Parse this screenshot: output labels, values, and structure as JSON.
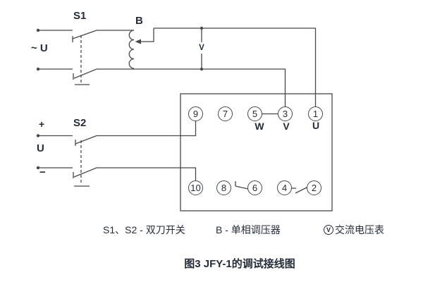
{
  "colors": {
    "line": "#45484c",
    "text": "#242c39",
    "bg": "#ffffff"
  },
  "sources": {
    "ac": {
      "label": "~ U"
    },
    "dc": {
      "plus": "+",
      "label": "U",
      "minus": "−"
    }
  },
  "switches": {
    "s1": "S1",
    "s2": "S2"
  },
  "transformer": {
    "label": "B"
  },
  "voltmeter": {
    "symbol": "V"
  },
  "terminal_block": {
    "top_row": [
      "9",
      "7",
      "5",
      "3",
      "1"
    ],
    "bottom_row": [
      "10",
      "8",
      "6",
      "4",
      "2"
    ],
    "phase_labels": [
      "W",
      "V",
      "U"
    ]
  },
  "legend": {
    "switches": "S1、S2 - 双刀开关",
    "transformer": "B - 单相调压器",
    "voltmeter_symbol": "V",
    "voltmeter_label": "交流电压表"
  },
  "caption": "图3  JFY-1的调试接线图"
}
